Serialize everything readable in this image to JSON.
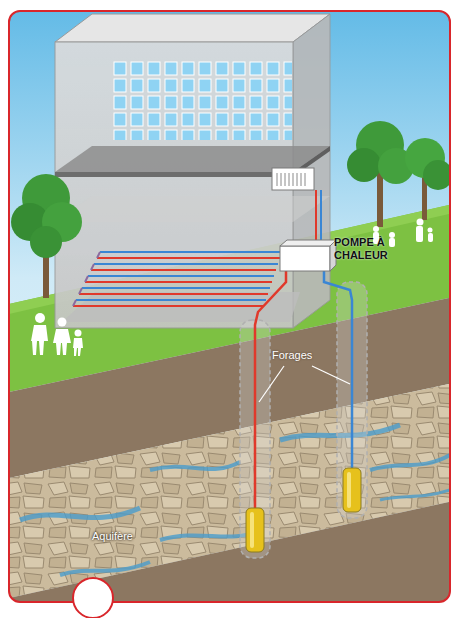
{
  "diagram": {
    "labels": [
      "POMPE À CHALEUR",
      "Forages",
      "Aquifère"
    ]
  }
}
